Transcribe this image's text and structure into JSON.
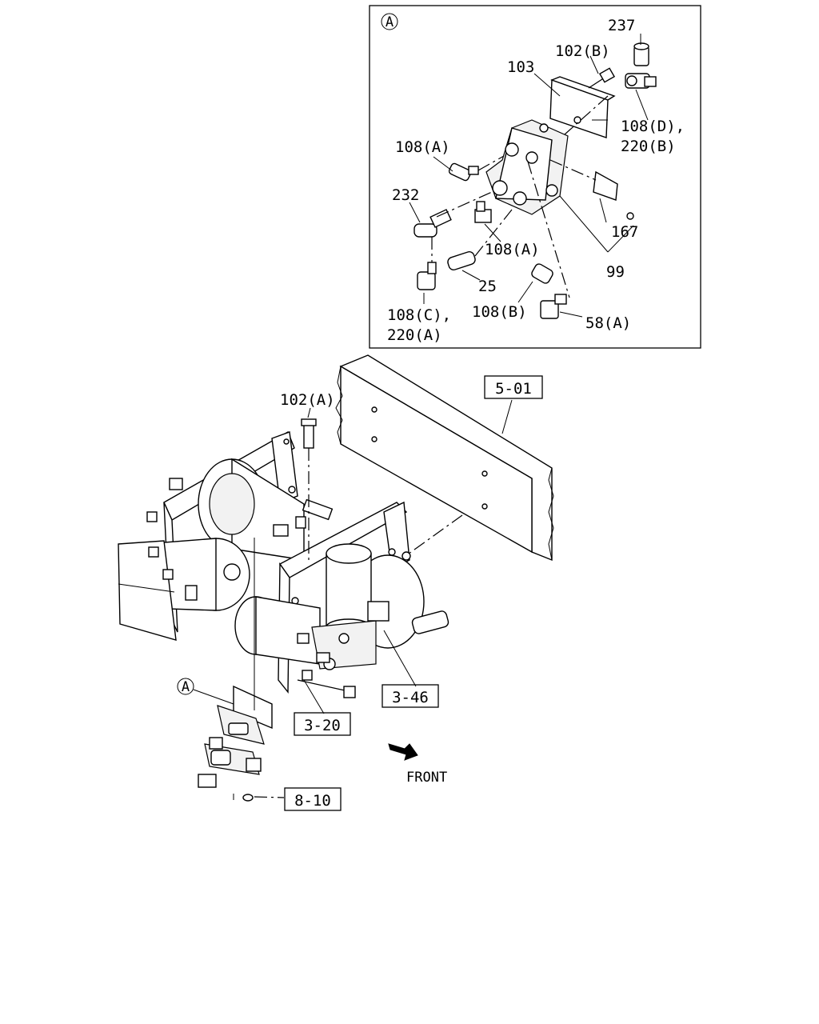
{
  "detail_view": {
    "marker": "A",
    "labels": {
      "p237": "237",
      "p102b": "102(B)",
      "p103": "103",
      "p108d_1": "108(D),",
      "p108d_2": "220(B)",
      "p108a_top": "108(A)",
      "p232": "232",
      "p108a_mid": "108(A)",
      "p167": "167",
      "p99": "99",
      "p25": "25",
      "p108c_1": "108(C),",
      "p108c_2": "220(A)",
      "p108b": "108(B)",
      "p58a": "58(A)"
    }
  },
  "main_view": {
    "labels": {
      "p102a": "102(A)",
      "ref_501": "5-01",
      "ref_346": "3-46",
      "ref_320": "3-20",
      "ref_810": "8-10",
      "marker_a": "A",
      "front": "FRONT"
    }
  }
}
